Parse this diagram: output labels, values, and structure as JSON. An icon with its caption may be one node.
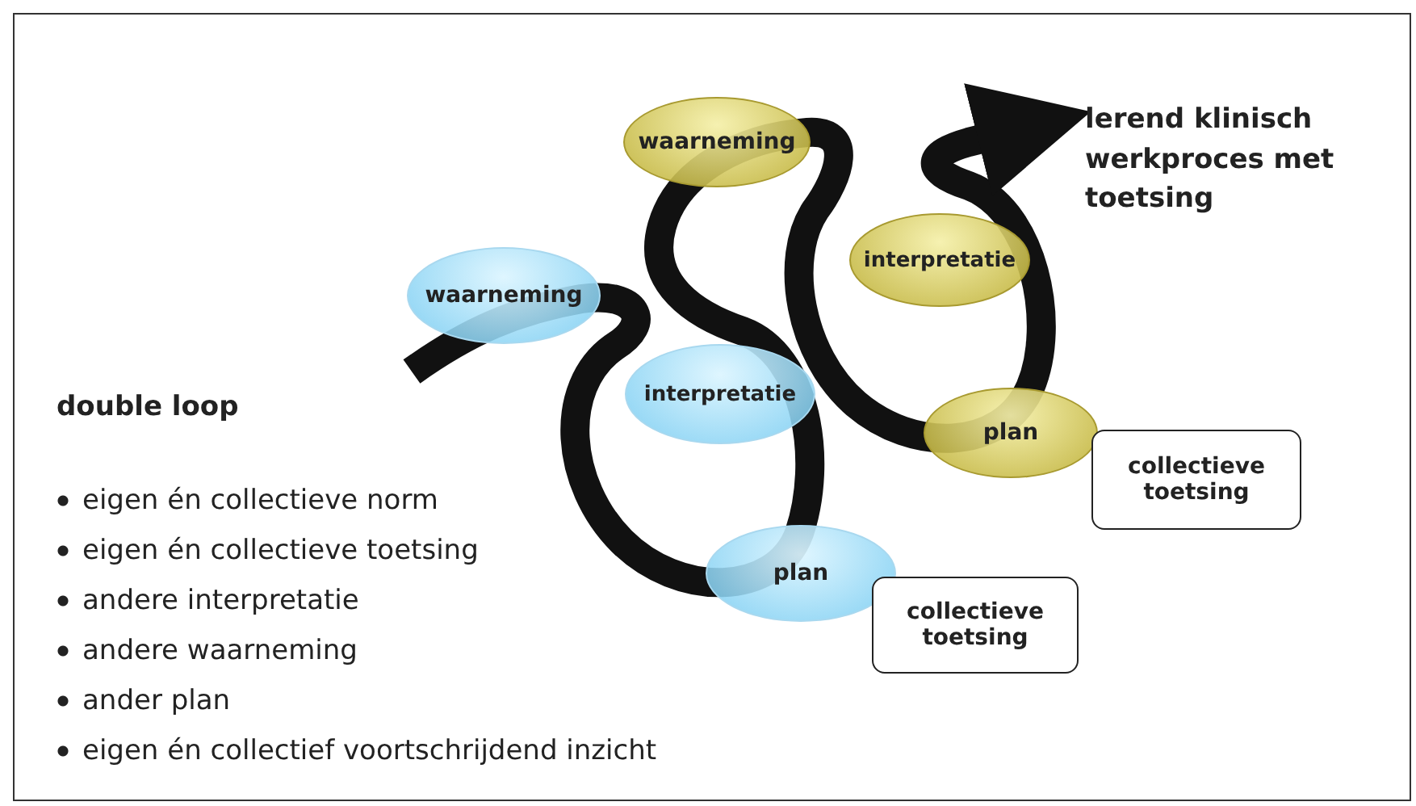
{
  "diagram": {
    "nodes": [
      {
        "text": [
          "waarneming"
        ]
      },
      {
        "text": [
          "interpretatie"
        ]
      },
      {
        "text": [
          "plan"
        ]
      },
      {
        "text": [
          "collectieve toetsing"
        ]
      },
      {
        "text": [
          "waarneming"
        ]
      },
      {
        "text": [
          "interpretatie"
        ]
      },
      {
        "text": [
          "plan"
        ]
      },
      {
        "text": [
          "collectieve toetsing"
        ]
      }
    ],
    "labels": [
      "lerend klinisch werkproces met toetsing",
      "double loop",
      "eigen én collectieve norm",
      "eigen én collectieve toetsing",
      "andere interpretatie",
      "andere waarneming",
      "ander plan",
      "eigen én collectief voortschrijdend inzicht"
    ]
  }
}
